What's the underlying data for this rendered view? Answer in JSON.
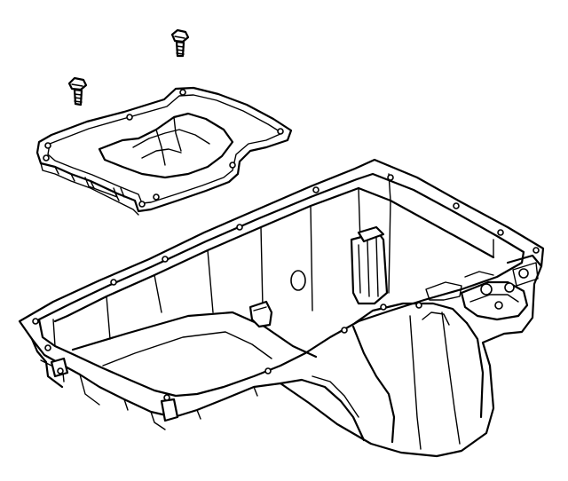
{
  "figure": {
    "background": "#ffffff",
    "line_color": "#000000",
    "parts": [
      {
        "id": "bolt",
        "icon": "bolt-icon",
        "count": 2
      },
      {
        "id": "gasket",
        "icon": "gasket-icon",
        "count": 1
      },
      {
        "id": "oil-pan",
        "icon": "oil-pan-icon",
        "count": 1
      }
    ]
  }
}
